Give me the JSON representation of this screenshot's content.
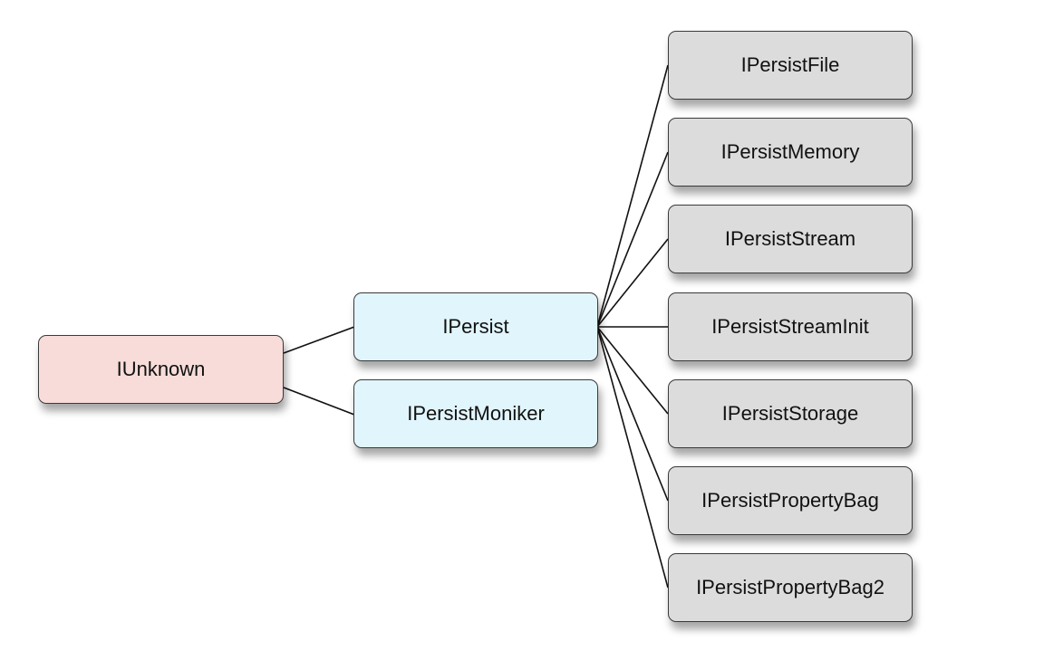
{
  "colors": {
    "root_fill": "#f7dcd9",
    "mid_fill": "#e1f5fc",
    "leaf_fill": "#dcdcdc",
    "edge": "#111111"
  },
  "nodes": {
    "root": {
      "label": "IUnknown"
    },
    "ipersist": {
      "label": "IPersist"
    },
    "ipersistmoniker": {
      "label": "IPersistMoniker"
    },
    "leaves": [
      {
        "label": "IPersistFile"
      },
      {
        "label": "IPersistMemory"
      },
      {
        "label": "IPersistStream"
      },
      {
        "label": "IPersistStreamInit"
      },
      {
        "label": "IPersistStorage"
      },
      {
        "label": "IPersistPropertyBag"
      },
      {
        "label": "IPersistPropertyBag2"
      }
    ]
  },
  "edges": [
    {
      "from": "IUnknown",
      "to": "IPersist"
    },
    {
      "from": "IUnknown",
      "to": "IPersistMoniker"
    },
    {
      "from": "IPersist",
      "to": "IPersistFile"
    },
    {
      "from": "IPersist",
      "to": "IPersistMemory"
    },
    {
      "from": "IPersist",
      "to": "IPersistStream"
    },
    {
      "from": "IPersist",
      "to": "IPersistStreamInit"
    },
    {
      "from": "IPersist",
      "to": "IPersistStorage"
    },
    {
      "from": "IPersist",
      "to": "IPersistPropertyBag"
    },
    {
      "from": "IPersist",
      "to": "IPersistPropertyBag2"
    }
  ]
}
